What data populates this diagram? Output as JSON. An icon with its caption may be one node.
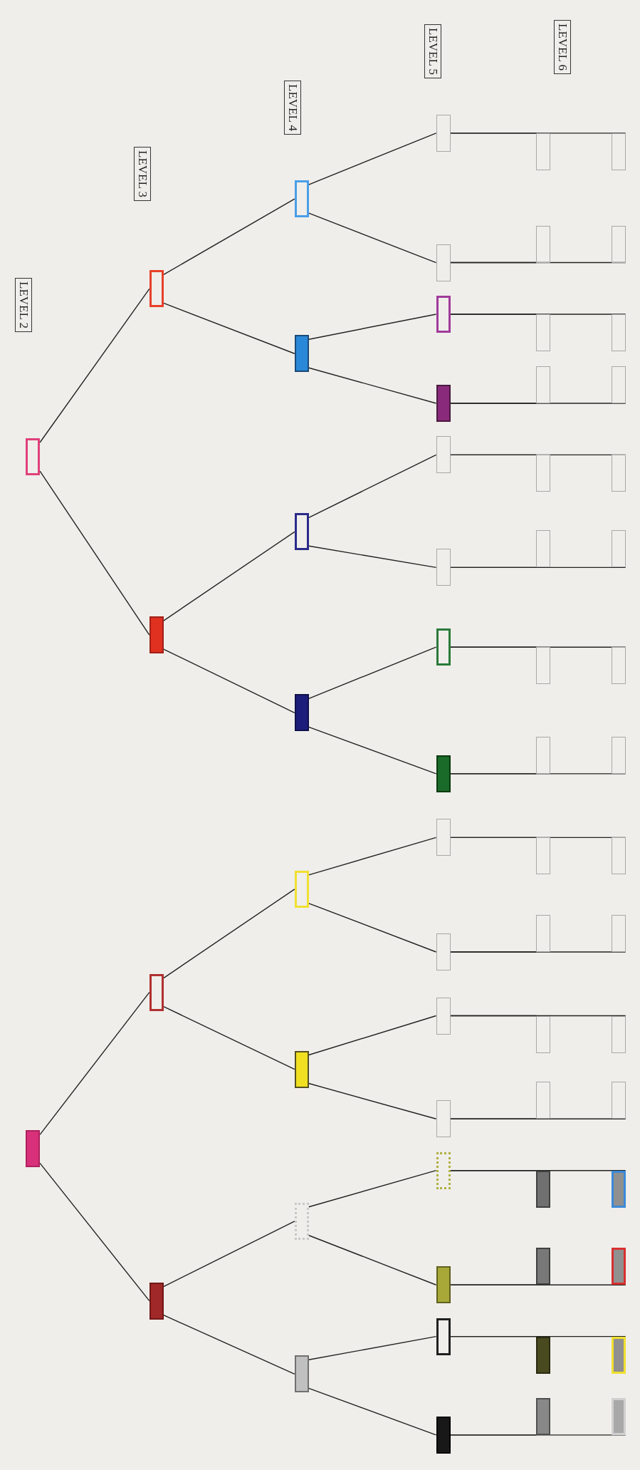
{
  "diagram": {
    "nodes": [
      {
        "text": [],
        "shape": "box"
      },
      {
        "text": [],
        "shape": "box"
      },
      {
        "text": [],
        "shape": "box"
      },
      {
        "text": [],
        "shape": "box"
      },
      {
        "text": [],
        "shape": "box"
      },
      {
        "text": [],
        "shape": "box"
      },
      {
        "text": [],
        "shape": "box"
      },
      {
        "text": [],
        "shape": "box"
      },
      {
        "text": [],
        "shape": "box"
      },
      {
        "text": [],
        "shape": "box"
      },
      {
        "text": [],
        "shape": "box"
      },
      {
        "text": [],
        "shape": "box"
      },
      {
        "text": [],
        "shape": "box"
      },
      {
        "text": [],
        "shape": "box"
      },
      {
        "text": [],
        "shape": "box"
      },
      {
        "text": [],
        "shape": "box"
      },
      {
        "text": [],
        "shape": "box"
      },
      {
        "text": [],
        "shape": "box"
      },
      {
        "text": [],
        "shape": "box"
      },
      {
        "text": [],
        "shape": "box"
      },
      {
        "text": [],
        "shape": "box"
      },
      {
        "text": [],
        "shape": "box"
      },
      {
        "text": [],
        "shape": "box"
      },
      {
        "text": [],
        "shape": "box"
      },
      {
        "text": [],
        "shape": "box"
      },
      {
        "text": [],
        "shape": "box"
      },
      {
        "text": [],
        "shape": "box"
      },
      {
        "text": [],
        "shape": "box"
      },
      {
        "text": [],
        "shape": "box"
      },
      {
        "text": [],
        "shape": "box"
      },
      {
        "text": [],
        "shape": "box"
      },
      {
        "text": [],
        "shape": "box"
      },
      {
        "text": [],
        "shape": "box"
      },
      {
        "text": [],
        "shape": "box"
      },
      {
        "text": [],
        "shape": "box"
      },
      {
        "text": [],
        "shape": "box"
      },
      {
        "text": [],
        "shape": "box"
      },
      {
        "text": [],
        "shape": "box"
      },
      {
        "text": [],
        "shape": "box"
      },
      {
        "text": [],
        "shape": "box"
      },
      {
        "text": [],
        "shape": "box"
      },
      {
        "text": [],
        "shape": "box"
      },
      {
        "text": [],
        "shape": "box"
      },
      {
        "text": [],
        "shape": "box"
      },
      {
        "text": [],
        "shape": "box"
      },
      {
        "text": [],
        "shape": "box"
      },
      {
        "text": [],
        "shape": "box"
      },
      {
        "text": [],
        "shape": "box"
      },
      {
        "text": [],
        "shape": "box"
      },
      {
        "text": [],
        "shape": "box"
      },
      {
        "text": [],
        "shape": "box"
      },
      {
        "text": [],
        "shape": "box"
      },
      {
        "text": [],
        "shape": "box"
      },
      {
        "text": [],
        "shape": "box"
      },
      {
        "text": [],
        "shape": "box"
      },
      {
        "text": [],
        "shape": "box"
      },
      {
        "text": [],
        "shape": "box"
      },
      {
        "text": [],
        "shape": "box"
      },
      {
        "text": [],
        "shape": "box"
      },
      {
        "text": [],
        "shape": "box"
      },
      {
        "text": [],
        "shape": "box"
      },
      {
        "text": [],
        "shape": "box"
      }
    ],
    "edges": [
      {
        "from": 0,
        "to": 2,
        "arrow": "none"
      },
      {
        "from": 0,
        "to": 3,
        "arrow": "none"
      },
      {
        "from": 1,
        "to": 4,
        "arrow": "none"
      },
      {
        "from": 1,
        "to": 5,
        "arrow": "none"
      },
      {
        "from": 2,
        "to": 6,
        "arrow": "none"
      },
      {
        "from": 2,
        "to": 7,
        "arrow": "none"
      },
      {
        "from": 3,
        "to": 8,
        "arrow": "none"
      },
      {
        "from": 3,
        "to": 9,
        "arrow": "none"
      },
      {
        "from": 4,
        "to": 10,
        "arrow": "none"
      },
      {
        "from": 4,
        "to": 11,
        "arrow": "none"
      },
      {
        "from": 5,
        "to": 12,
        "arrow": "none"
      },
      {
        "from": 5,
        "to": 13,
        "arrow": "none"
      },
      {
        "from": 6,
        "to": 14,
        "arrow": "none"
      },
      {
        "from": 6,
        "to": 15,
        "arrow": "none"
      },
      {
        "from": 7,
        "to": 16,
        "arrow": "none"
      },
      {
        "from": 7,
        "to": 17,
        "arrow": "none"
      },
      {
        "from": 8,
        "to": 18,
        "arrow": "none"
      },
      {
        "from": 8,
        "to": 19,
        "arrow": "none"
      },
      {
        "from": 9,
        "to": 20,
        "arrow": "none"
      },
      {
        "from": 9,
        "to": 21,
        "arrow": "none"
      },
      {
        "from": 10,
        "to": 22,
        "arrow": "none"
      },
      {
        "from": 10,
        "to": 23,
        "arrow": "none"
      },
      {
        "from": 11,
        "to": 24,
        "arrow": "none"
      },
      {
        "from": 11,
        "to": 25,
        "arrow": "none"
      },
      {
        "from": 12,
        "to": 26,
        "arrow": "none"
      },
      {
        "from": 12,
        "to": 27,
        "arrow": "none"
      },
      {
        "from": 13,
        "to": 28,
        "arrow": "none"
      },
      {
        "from": 13,
        "to": 29,
        "arrow": "none"
      },
      {
        "from": 14,
        "to": 30,
        "arrow": "none"
      },
      {
        "from": 14,
        "to": 31,
        "arrow": "none"
      },
      {
        "from": 15,
        "to": 32,
        "arrow": "none"
      },
      {
        "from": 15,
        "to": 33,
        "arrow": "none"
      },
      {
        "from": 16,
        "to": 34,
        "arrow": "none"
      },
      {
        "from": 16,
        "to": 35,
        "arrow": "none"
      },
      {
        "from": 17,
        "to": 36,
        "arrow": "none"
      },
      {
        "from": 17,
        "to": 37,
        "arrow": "none"
      },
      {
        "from": 18,
        "to": 38,
        "arrow": "none"
      },
      {
        "from": 18,
        "to": 39,
        "arrow": "none"
      },
      {
        "from": 19,
        "to": 40,
        "arrow": "none"
      },
      {
        "from": 19,
        "to": 41,
        "arrow": "none"
      },
      {
        "from": 20,
        "to": 42,
        "arrow": "none"
      },
      {
        "from": 20,
        "to": 43,
        "arrow": "none"
      },
      {
        "from": 21,
        "to": 44,
        "arrow": "none"
      },
      {
        "from": 21,
        "to": 45,
        "arrow": "none"
      },
      {
        "from": 22,
        "to": 46,
        "arrow": "none"
      },
      {
        "from": 22,
        "to": 47,
        "arrow": "none"
      },
      {
        "from": 23,
        "to": 48,
        "arrow": "none"
      },
      {
        "from": 23,
        "to": 49,
        "arrow": "none"
      },
      {
        "from": 24,
        "to": 50,
        "arrow": "none"
      },
      {
        "from": 24,
        "to": 51,
        "arrow": "none"
      },
      {
        "from": 25,
        "to": 52,
        "arrow": "none"
      },
      {
        "from": 25,
        "to": 53,
        "arrow": "none"
      },
      {
        "from": 26,
        "to": 54,
        "arrow": "none"
      },
      {
        "from": 26,
        "to": 55,
        "arrow": "none"
      },
      {
        "from": 27,
        "to": 56,
        "arrow": "none"
      },
      {
        "from": 27,
        "to": 57,
        "arrow": "none"
      },
      {
        "from": 28,
        "to": 58,
        "arrow": "none"
      },
      {
        "from": 28,
        "to": 59,
        "arrow": "none"
      },
      {
        "from": 29,
        "to": 60,
        "arrow": "none"
      },
      {
        "from": 29,
        "to": 61,
        "arrow": "none"
      }
    ],
    "labels": [
      "LEVEL 2",
      "LEVEL 3",
      "LEVEL 4",
      "LEVEL 5",
      "LEVEL 6"
    ]
  }
}
